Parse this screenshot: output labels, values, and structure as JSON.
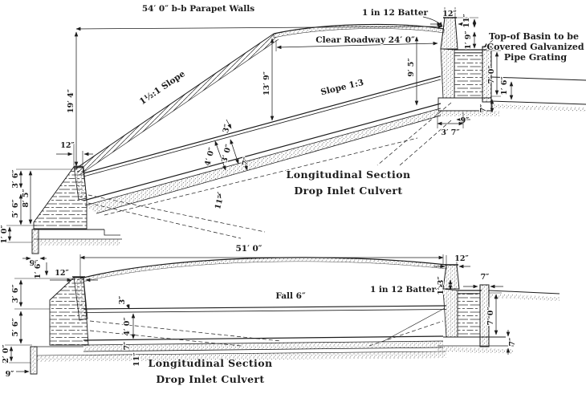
{
  "figure": {
    "kind": "scanned engineering drawing, two culvert sections",
    "ink_color": "#1c1c1c",
    "paper_color": "#ffffff"
  },
  "top": {
    "titles": {
      "line1": "Longitudinal Section",
      "line2": "Drop Inlet Culvert"
    },
    "labels": {
      "parapet_span": "54′ 0″ b-b Parapet Walls",
      "batter": "1 in 12 Batter",
      "clear_roadway": "Clear Roadway 24′ 0″",
      "embankment_slope": "1½:1 Slope",
      "barrel_slope": "Slope 1:3",
      "grating_note1": "Top-of Basin to be",
      "grating_note2": "Covered Galvanized",
      "grating_note3": "Pipe Grating"
    },
    "dims": {
      "cap12": "12″",
      "par11": "11″",
      "h194": "19′ 4″",
      "h139": "13′ 9″",
      "h95": "9′ 5″",
      "w12": "12″",
      "curb19": "1′ 9″",
      "bd70": "7′ 0″",
      "gs16": "1′ 6″",
      "bs7": "7″",
      "sp9": "9″",
      "bf37": "3′ 7″",
      "hw36": "3′ 6″",
      "hw85": "8′ 5″",
      "hw56": "5′ 6″",
      "ap10": "1′ 0″",
      "co9": "9″",
      "s3": "3″",
      "b40": "4′ 0″",
      "b30": "3′ 0″",
      "f7": "7″",
      "sub11": "11″"
    }
  },
  "bottom": {
    "titles": {
      "line1": "Longitudinal Section",
      "line2": "Drop Inlet Culvert"
    },
    "labels": {
      "span": "51′ 0″",
      "batter": "1 in 12 Batter",
      "fall": "Fall 6″"
    },
    "dims": {
      "w12": "12″",
      "p16": "1′ 6″",
      "hw36": "3′ 6″",
      "hw56": "5′ 6″",
      "ap20": "2′ 0″",
      "co9": "9″",
      "s3": "3″",
      "b40": "4′ 0″",
      "f7": "7″",
      "sub11": "11″",
      "cap12": "12″",
      "wall7": "7″",
      "curb13": "1′ 3″",
      "bd70": "7′ 0″",
      "slab7": "7″"
    }
  }
}
